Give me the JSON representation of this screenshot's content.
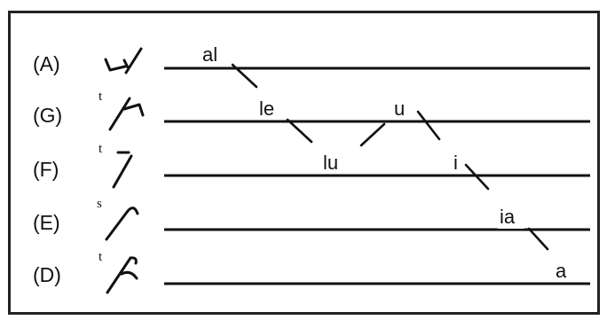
{
  "rows": [
    {
      "label": "(A)",
      "superscript": ""
    },
    {
      "label": "(G)",
      "superscript": "t"
    },
    {
      "label": "(F)",
      "superscript": "t"
    },
    {
      "label": "(E)",
      "superscript": "s"
    },
    {
      "label": "(D)",
      "superscript": "t"
    }
  ],
  "syllables": [
    "al",
    "le",
    "lu",
    "u",
    "i",
    "ia",
    "a"
  ]
}
